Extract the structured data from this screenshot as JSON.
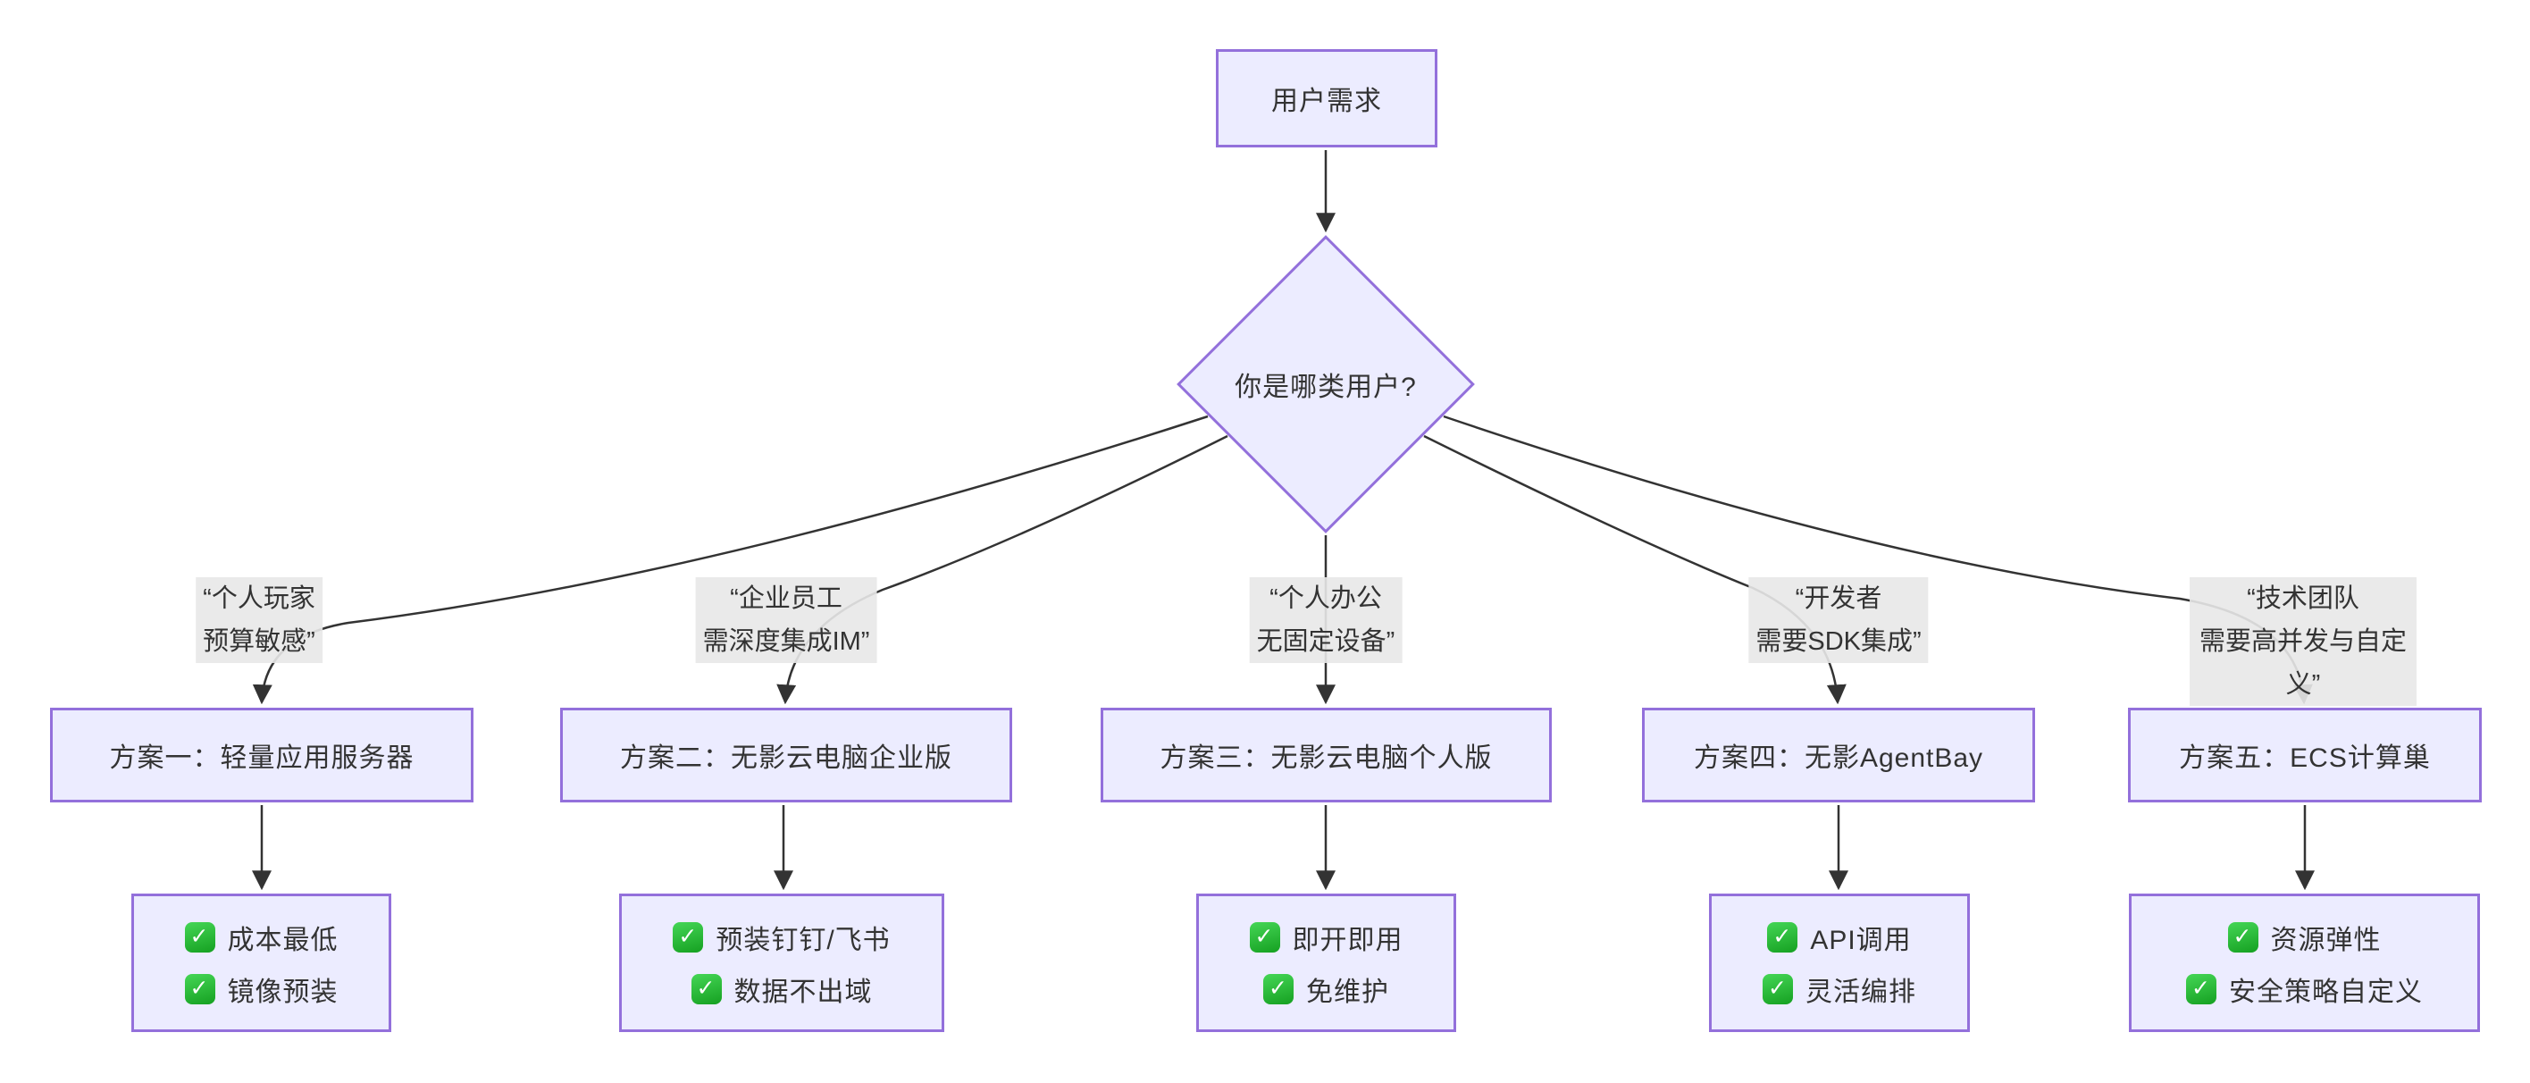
{
  "diagram": {
    "root": {
      "label": "用户需求"
    },
    "decision": {
      "label": "你是哪类用户?"
    },
    "branches": [
      {
        "condition": "“个人玩家\n预算敏感”",
        "solution": "方案一：轻量应用服务器",
        "features": [
          "成本最低",
          "镜像预装"
        ]
      },
      {
        "condition": "“企业员工\n需深度集成IM”",
        "solution": "方案二：无影云电脑企业版",
        "features": [
          "预装钉钉/飞书",
          "数据不出域"
        ]
      },
      {
        "condition": "“个人办公\n无固定设备”",
        "solution": "方案三：无影云电脑个人版",
        "features": [
          "即开即用",
          "免维护"
        ]
      },
      {
        "condition": "“开发者\n需要SDK集成”",
        "solution": "方案四：无影AgentBay",
        "features": [
          "API调用",
          "灵活编排"
        ]
      },
      {
        "condition": "“技术团队\n需要高并发与自定义”",
        "solution": "方案五：ECS计算巢",
        "features": [
          "资源弹性",
          "安全策略自定义"
        ]
      }
    ],
    "check_glyph": "✓",
    "colors": {
      "node_fill": "#ECECFF",
      "node_border": "#9370DB",
      "edge_stroke": "#333333",
      "text": "#333333",
      "edge_label_bg": "#e8e8e8",
      "check_green": "#15a021"
    }
  }
}
